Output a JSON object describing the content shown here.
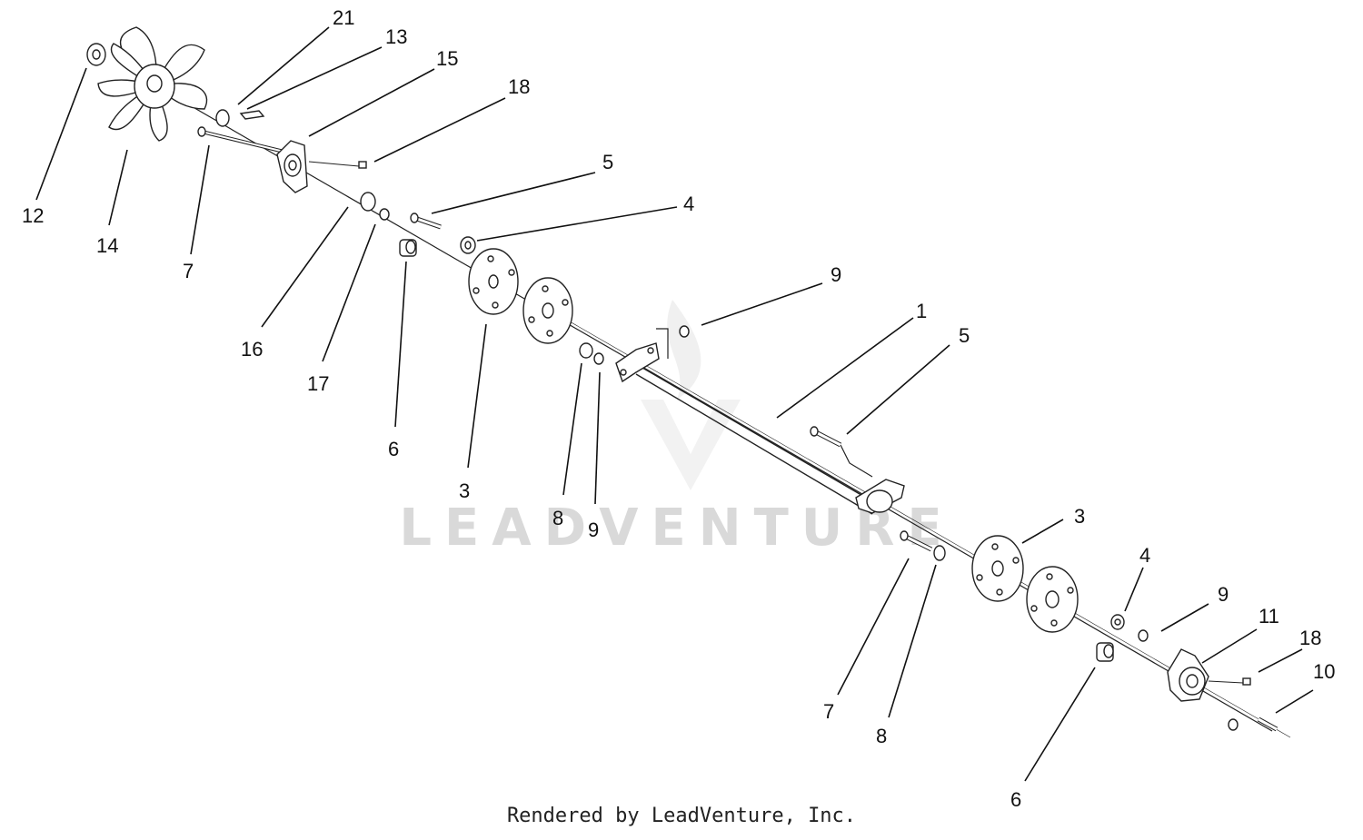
{
  "watermark": {
    "text": "LEADVENTURE",
    "logo": "leadventure-flame-logo"
  },
  "footer": {
    "text": "Rendered by LeadVenture, Inc."
  },
  "callouts": [
    {
      "id": "c21a",
      "text": "21"
    },
    {
      "id": "c13",
      "text": "13"
    },
    {
      "id": "c15",
      "text": "15"
    },
    {
      "id": "c18a",
      "text": "18"
    },
    {
      "id": "c12",
      "text": "12"
    },
    {
      "id": "c14",
      "text": "14"
    },
    {
      "id": "c7a",
      "text": "7"
    },
    {
      "id": "c5a",
      "text": "5"
    },
    {
      "id": "c4a",
      "text": "4"
    },
    {
      "id": "c16",
      "text": "16"
    },
    {
      "id": "c17",
      "text": "17"
    },
    {
      "id": "c6a",
      "text": "6"
    },
    {
      "id": "c3a",
      "text": "3"
    },
    {
      "id": "c8a",
      "text": "8"
    },
    {
      "id": "c9a",
      "text": "9"
    },
    {
      "id": "c9b",
      "text": "9"
    },
    {
      "id": "c1",
      "text": "1"
    },
    {
      "id": "c5b",
      "text": "5"
    },
    {
      "id": "c3b",
      "text": "3"
    },
    {
      "id": "c4b",
      "text": "4"
    },
    {
      "id": "c9c",
      "text": "9"
    },
    {
      "id": "c11",
      "text": "11"
    },
    {
      "id": "c18b",
      "text": "18"
    },
    {
      "id": "c10",
      "text": "10"
    },
    {
      "id": "c7b",
      "text": "7"
    },
    {
      "id": "c8b",
      "text": "8"
    },
    {
      "id": "c6b",
      "text": "6"
    }
  ]
}
